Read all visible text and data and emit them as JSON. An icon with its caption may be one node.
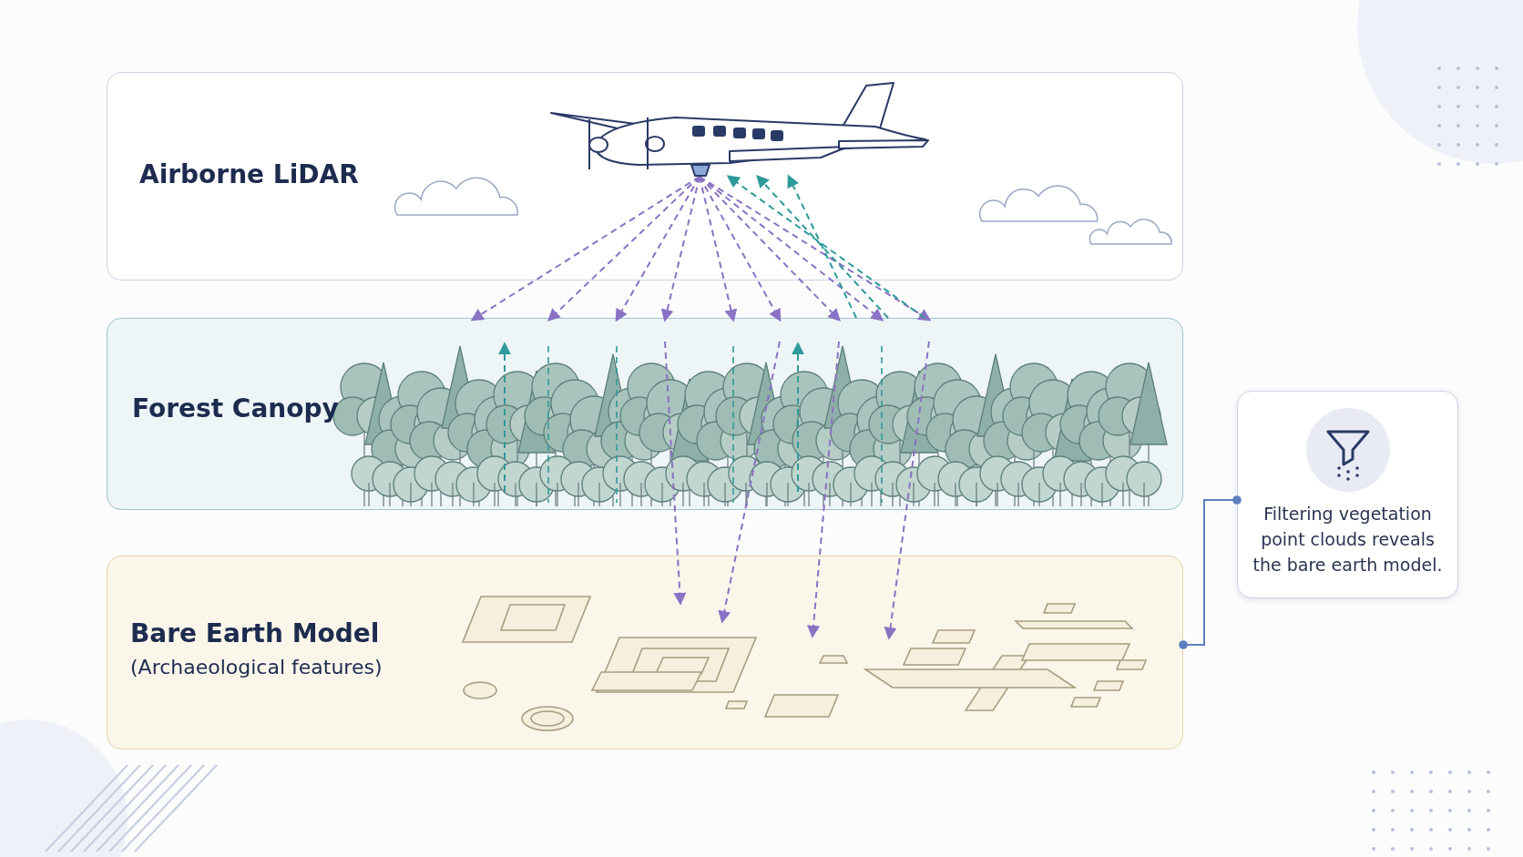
{
  "diagram": {
    "nodes": [
      {
        "text": [
          "Airborne LiDAR"
        ]
      },
      {
        "text": [
          "Forest Canopy"
        ]
      },
      {
        "text": [
          "Bare Earth Model",
          "(Archaeological features)"
        ]
      },
      {
        "text": [
          "Filtering vegetation point clouds reveals the bare earth model."
        ]
      },
      {
        "text": [],
        "shape": "picture",
        "in": 0
      }
    ],
    "edges": [
      {
        "from": 3,
        "to": 2,
        "arrow": "other",
        "color": "#5b7fbf"
      },
      {
        "from": 4,
        "to": 1,
        "arrow": "to",
        "style": "dashed"
      },
      {
        "from": 4,
        "to": 1,
        "arrow": "to",
        "style": "dashed"
      },
      {
        "from": 4,
        "to": 1,
        "arrow": "to",
        "style": "dashed"
      },
      {
        "from": 4,
        "to": 1,
        "arrow": "to",
        "style": "dashed"
      },
      {
        "from": 4,
        "to": 1,
        "arrow": "to",
        "style": "dashed"
      },
      {
        "from": 4,
        "to": 1,
        "arrow": "to",
        "style": "dashed"
      },
      {
        "from": 4,
        "to": 1,
        "arrow": "to",
        "style": "dashed"
      },
      {
        "from": 4,
        "to": 1,
        "arrow": "to",
        "style": "dashed"
      },
      {
        "from": 4,
        "to": 1,
        "arrow": "to",
        "style": "dashed"
      },
      {
        "from": 1,
        "to": 4,
        "arrow": "to",
        "style": "dashed",
        "color": "#2f9a9a"
      },
      {
        "from": 1,
        "to": 4,
        "arrow": "to",
        "style": "dashed",
        "color": "#2f9a9a"
      },
      {
        "from": 1,
        "to": 4,
        "arrow": "to",
        "style": "dashed",
        "color": "#2f9a9a"
      },
      {
        "from": 1,
        "to": 2,
        "arrow": "to",
        "style": "dashed"
      },
      {
        "from": 1,
        "to": 2,
        "arrow": "to",
        "style": "dashed"
      },
      {
        "from": 1,
        "to": 2,
        "arrow": "to",
        "style": "dashed"
      },
      {
        "from": 1,
        "to": 2,
        "arrow": "to",
        "style": "dashed"
      }
    ]
  }
}
